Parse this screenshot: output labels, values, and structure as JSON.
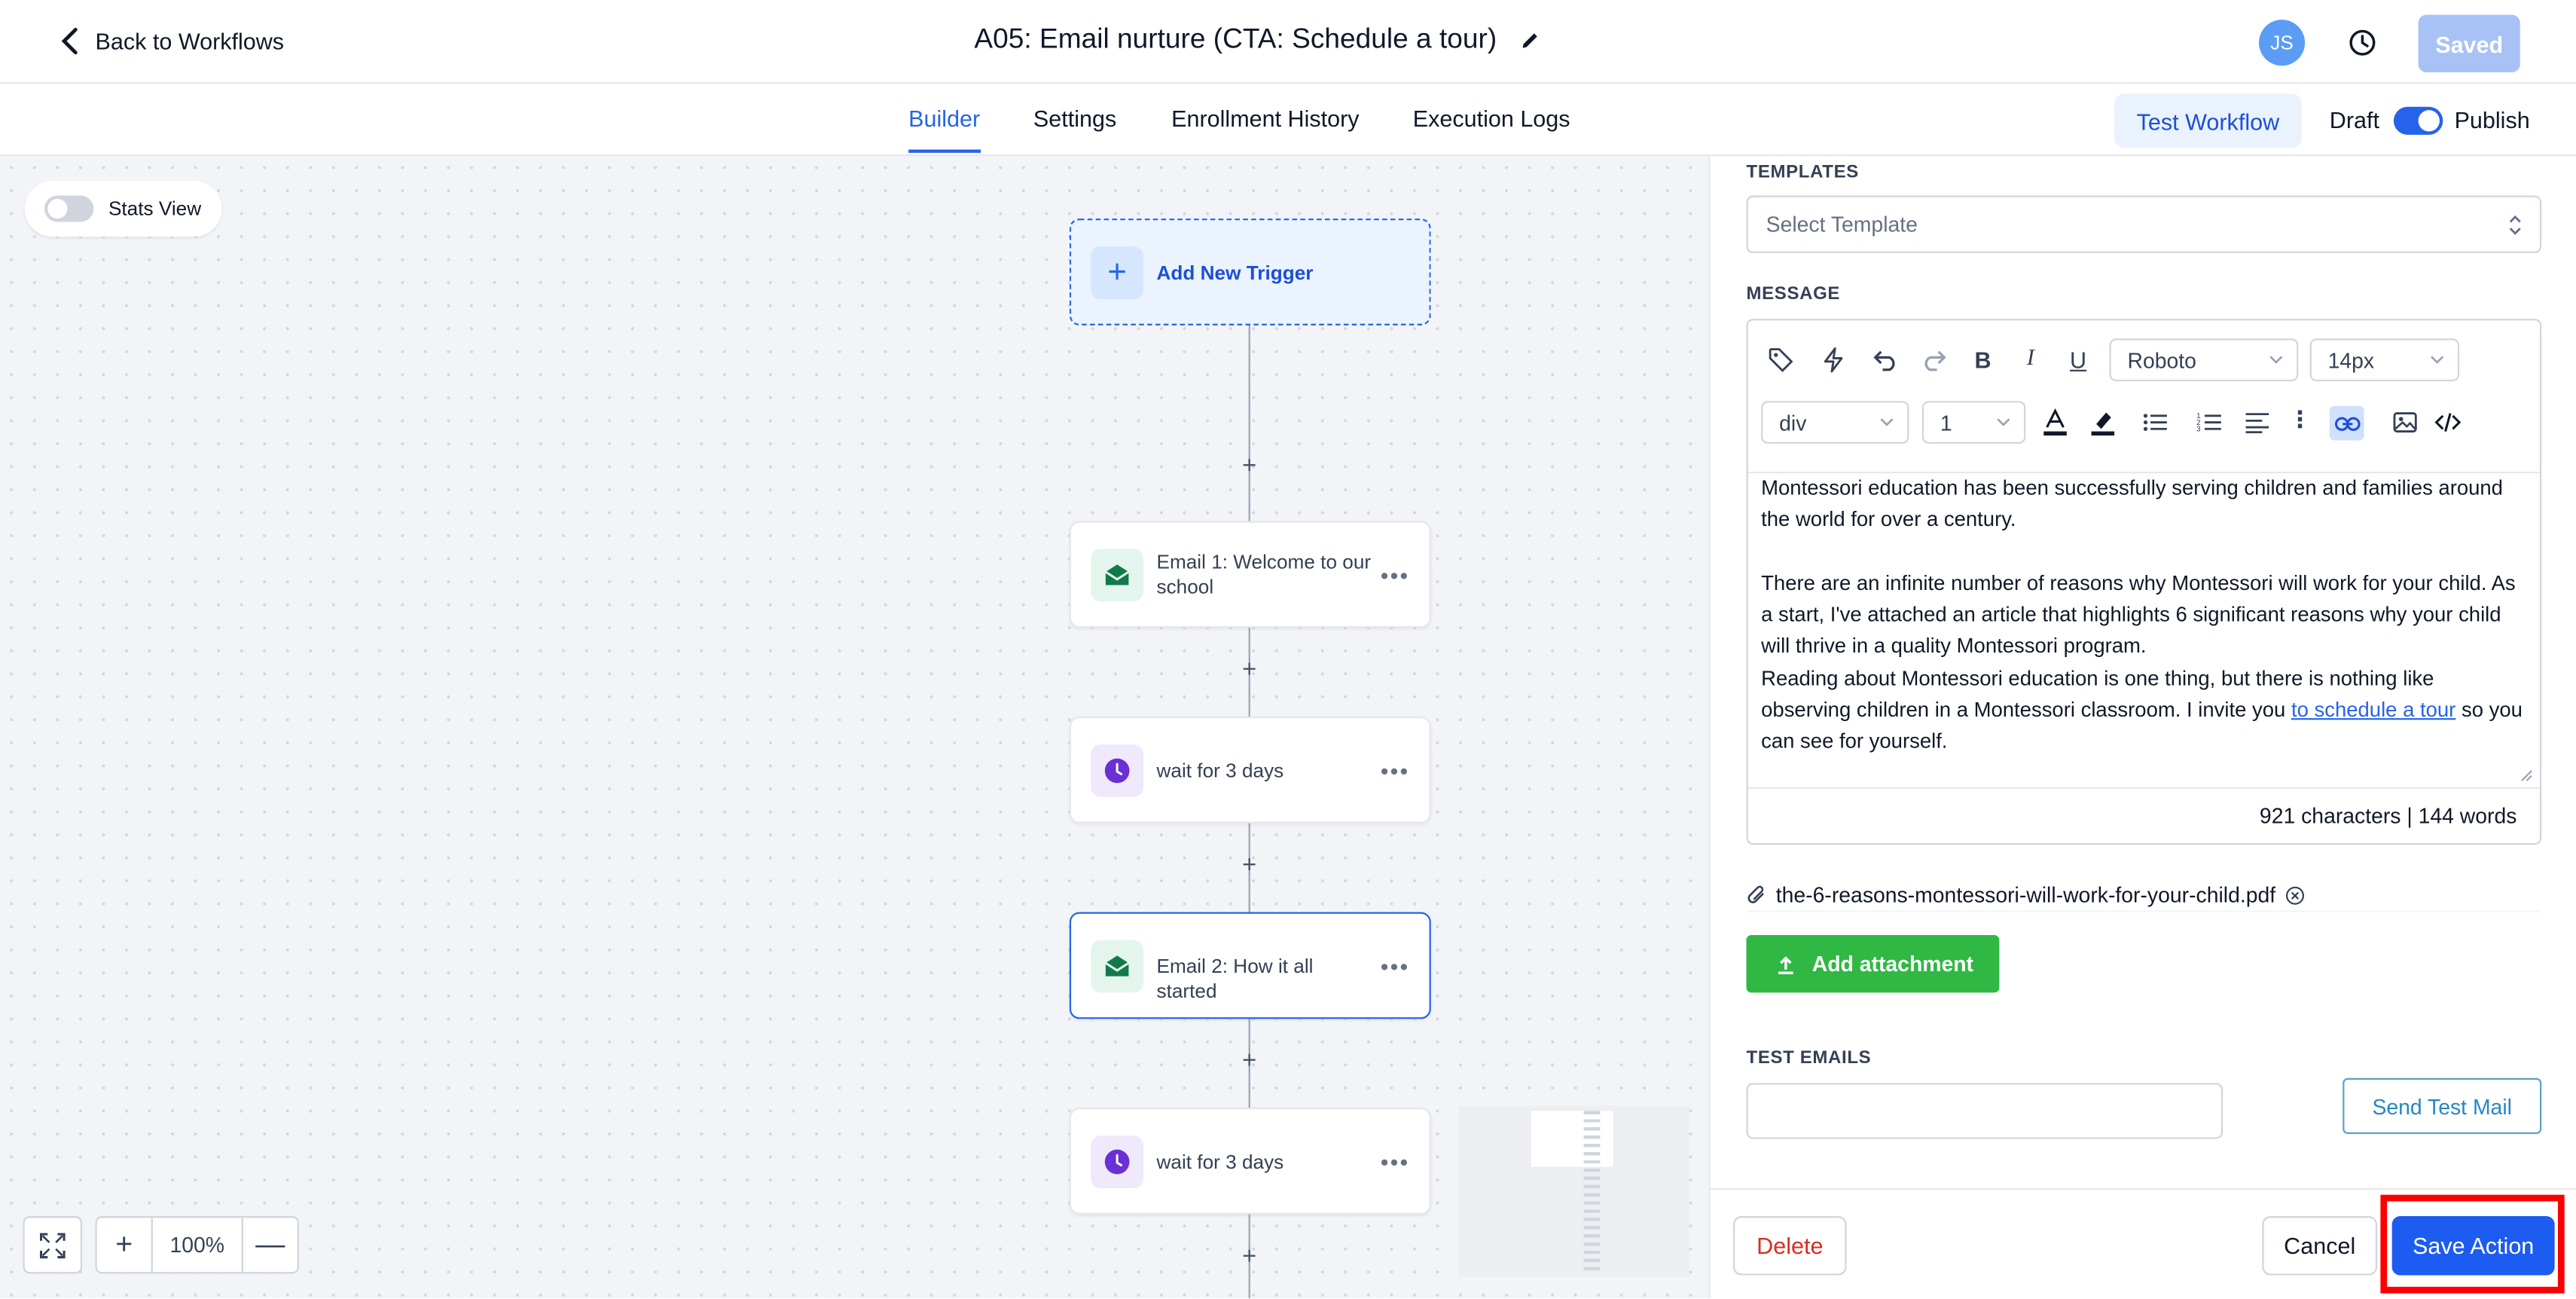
{
  "header": {
    "back_label": "Back to Workflows",
    "title": "A05: Email nurture (CTA: Schedule a tour)",
    "avatar_initials": "JS",
    "saved_label": "Saved"
  },
  "tabs": [
    {
      "label": "Builder",
      "active": true
    },
    {
      "label": "Settings",
      "active": false
    },
    {
      "label": "Enrollment History",
      "active": false
    },
    {
      "label": "Execution Logs",
      "active": false
    }
  ],
  "toolbar_right": {
    "test_workflow_label": "Test Workflow",
    "draft_label": "Draft",
    "publish_label": "Publish",
    "publish_on": true
  },
  "canvas": {
    "stats_view_label": "Stats View",
    "stats_view_on": false,
    "trigger_label": "Add New Trigger",
    "nodes": [
      {
        "label": "Email 1: Welcome to our school",
        "type": "email",
        "selected": false
      },
      {
        "label": "wait for 3 days",
        "type": "wait",
        "selected": false
      },
      {
        "label": "Email 2: How it all started",
        "type": "email",
        "selected": true
      },
      {
        "label": "wait for 3 days",
        "type": "wait",
        "selected": false
      }
    ],
    "zoom_level": "100%"
  },
  "panel": {
    "templates_label": "TEMPLATES",
    "template_placeholder": "Select Template",
    "message_label": "MESSAGE",
    "font_family": "Roboto",
    "font_size": "14px",
    "block_type": "div",
    "line_height": "1",
    "body": {
      "p1": "Montessori education has been successfully serving children and families around the world for over a century.",
      "p2": "There are an infinite number of reasons why Montessori will work for your child. As a start, I've attached an article that highlights 6 significant reasons why your child will thrive in a quality Montessori program.",
      "p3_before": "Reading about Montessori education is one thing, but there is nothing like observing children in a Montessori classroom. I invite you ",
      "p3_link": "to schedule a tour",
      "p3_after": " so you can see for yourself."
    },
    "stats": "921 characters | 144 words",
    "attachment_name": "the-6-reasons-montessori-will-work-for-your-child.pdf",
    "add_attachment_label": "Add attachment",
    "test_emails_label": "TEST EMAILS",
    "send_test_label": "Send Test Mail",
    "delete_label": "Delete",
    "cancel_label": "Cancel",
    "save_label": "Save Action"
  },
  "colors": {
    "accent": "#2563eb",
    "save_button": "#1d5cf0",
    "add_attachment": "#2fb844",
    "delete_text": "#d92d20",
    "highlight": "#ff0000"
  }
}
